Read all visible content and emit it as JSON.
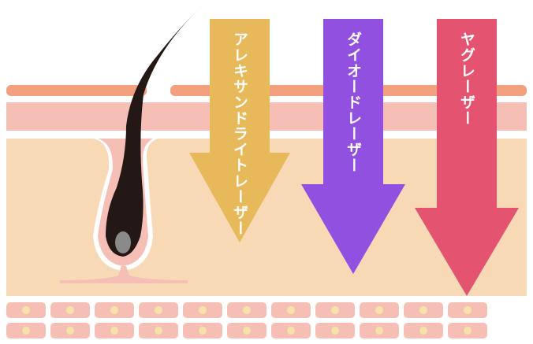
{
  "arrows": [
    {
      "id": "alexandrite",
      "label": "アレキサンドライトレーザー",
      "color": "#e8b95a"
    },
    {
      "id": "diode",
      "label": "ダイオードレーザー",
      "color": "#9150e0"
    },
    {
      "id": "yag",
      "label": "ヤグレーザー",
      "color": "#e45470"
    }
  ],
  "colors": {
    "epidermis_top": "#f2a07e",
    "epidermis": "#f5bfb5",
    "dermis": "#f7d9b6",
    "hair": "#231815",
    "papilla": "#8a8a8a",
    "follicle": "#f5bfb5",
    "cell": "#f5bfb5",
    "cell_nucleus": "#f7e3a8"
  }
}
